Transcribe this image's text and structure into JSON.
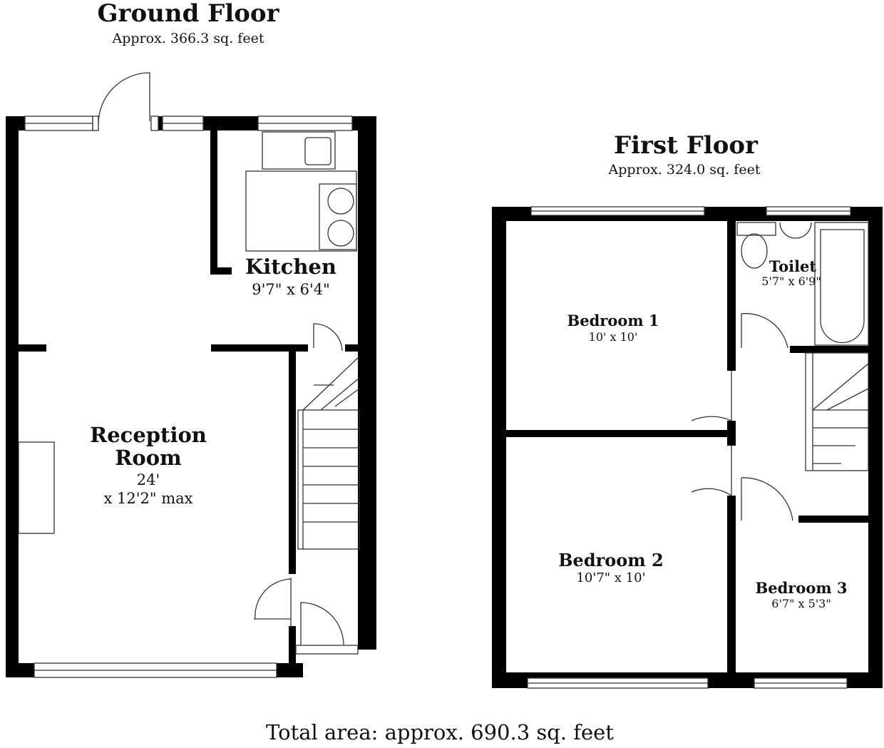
{
  "ground_floor": {
    "title": "Ground Floor",
    "area": "Approx. 366.3 sq. feet",
    "rooms": [
      {
        "name": "Kitchen",
        "dims": "9'7\" x 6'4\""
      },
      {
        "name_line1": "Reception",
        "name_line2": "Room",
        "dims_line1": "24'",
        "dims_line2": "x 12'2\" max"
      }
    ]
  },
  "first_floor": {
    "title": "First Floor",
    "area": "Approx. 324.0 sq. feet",
    "rooms": [
      {
        "name": "Toilet",
        "dims": "5'7\" x 6'9\""
      },
      {
        "name": "Bedroom 1",
        "dims": "10' x 10'"
      },
      {
        "name": "Bedroom 2",
        "dims": "10'7\" x 10'"
      },
      {
        "name": "Bedroom 3",
        "dims": "6'7\" x 5'3\""
      }
    ]
  },
  "total_area": "Total area: approx. 690.3 sq. feet",
  "colors": {
    "wall": "#000000",
    "background": "#ffffff"
  }
}
